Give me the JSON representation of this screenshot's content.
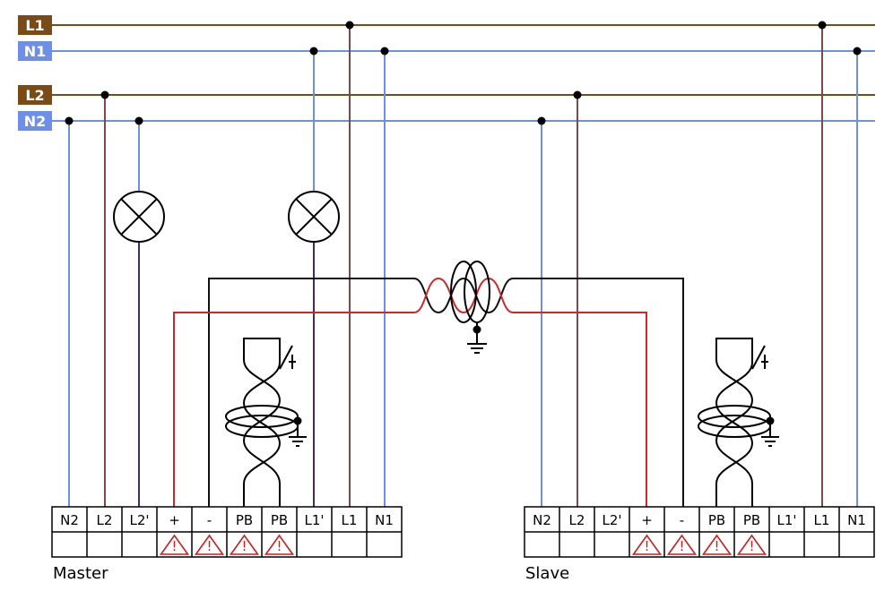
{
  "buses": [
    {
      "label": "L1",
      "color": "#7a4b16"
    },
    {
      "label": "N1",
      "color": "#6e8fe6"
    },
    {
      "label": "L2",
      "color": "#7a4b16"
    },
    {
      "label": "N2",
      "color": "#6e8fe6"
    }
  ],
  "colors": {
    "phase_wire": "#7a4b4b",
    "neutral_wire": "#6e8fe6",
    "lamp_wire": "#4a2a5a",
    "signal_red": "#cc2a2a",
    "signal_black": "#111111",
    "warning": "#cc1f1f"
  },
  "units": [
    {
      "name": "Master",
      "terminals": [
        "N2",
        "L2",
        "L2'",
        "+",
        "-",
        "PB",
        "PB",
        "L1'",
        "L1",
        "N1"
      ],
      "warnings": [
        false,
        false,
        false,
        true,
        true,
        true,
        true,
        false,
        false,
        false
      ]
    },
    {
      "name": "Slave",
      "terminals": [
        "N2",
        "L2",
        "L2'",
        "+",
        "-",
        "PB",
        "PB",
        "L1'",
        "L1",
        "N1"
      ],
      "warnings": [
        false,
        false,
        false,
        true,
        true,
        true,
        true,
        false,
        false,
        false
      ]
    }
  ],
  "warning_symbol": "!",
  "icons": [
    "lamp-icon",
    "pushbutton-icon",
    "ferrite-core-icon",
    "ground-icon",
    "warning-icon"
  ]
}
